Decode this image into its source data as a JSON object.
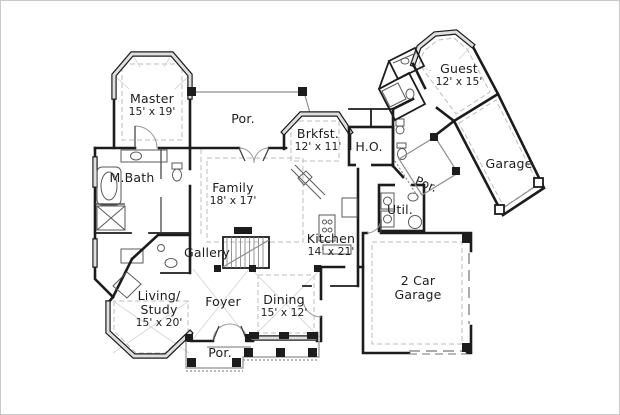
{
  "page": {
    "background": "#ffffff",
    "wall_color": "#1c1c1c",
    "bay_wall_color": "#dfdfdf",
    "dashed_line_color": "#bdbdbd",
    "border_color": "#c9c9c9"
  },
  "rooms": {
    "master": {
      "name": "Master",
      "dims": "15' x 19'"
    },
    "porch_top": {
      "name": "Por."
    },
    "brkfst": {
      "name": "Brkfst.",
      "dims": "12' x 11'"
    },
    "ho": {
      "name": "H.O."
    },
    "guest": {
      "name": "Guest",
      "dims": "12' x 15'"
    },
    "garage_diag": {
      "name": "Garage"
    },
    "porch_side": {
      "name": "Por."
    },
    "mbath": {
      "name": "M.Bath"
    },
    "family": {
      "name": "Family",
      "dims": "18' x 17'"
    },
    "kitchen": {
      "name": "Kitchen",
      "dims": "14' x 21'"
    },
    "util": {
      "name": "Util."
    },
    "gallery": {
      "name": "Gallery"
    },
    "living": {
      "name": "Living/",
      "name2": "Study",
      "dims": "15' x 20'"
    },
    "foyer": {
      "name": "Foyer"
    },
    "dining": {
      "name": "Dining",
      "dims": "15' x 12'"
    },
    "porch_bottom": {
      "name": "Por."
    },
    "car_garage": {
      "name": "2 Car",
      "name2": "Garage"
    }
  }
}
